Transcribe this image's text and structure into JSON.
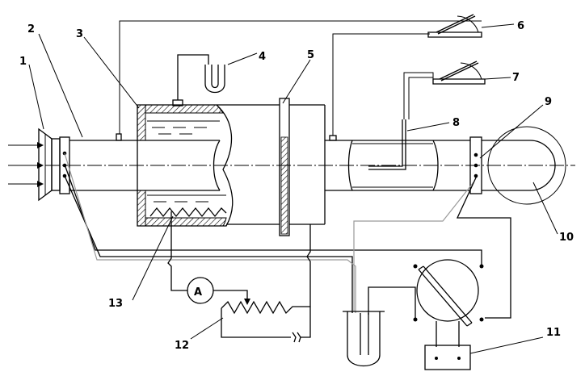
{
  "labels": {
    "l1": "1",
    "l2": "2",
    "l3": "3",
    "l4": "4",
    "l5": "5",
    "l6": "6",
    "l7": "7",
    "l8": "8",
    "l9": "9",
    "l10": "10",
    "l11": "11",
    "l12": "12",
    "l13": "13"
  },
  "ammeter_symbol": "A"
}
